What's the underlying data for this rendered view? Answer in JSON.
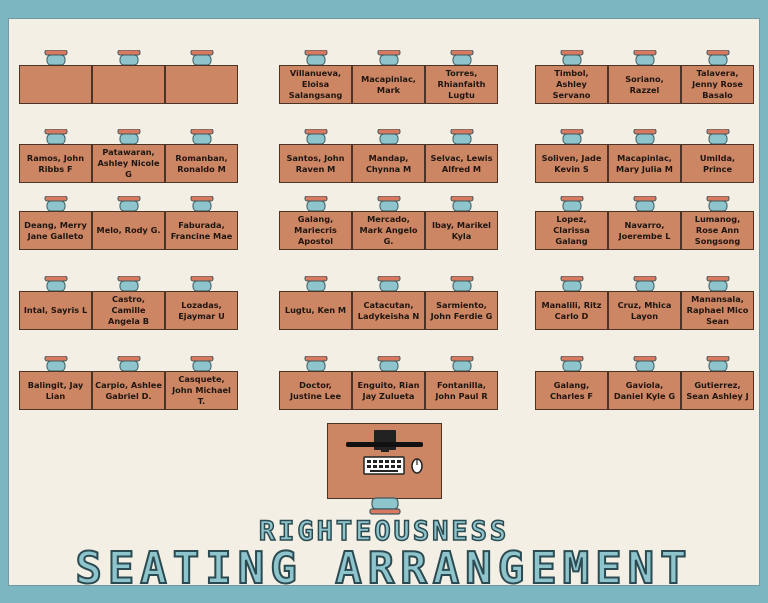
{
  "title": "SEATING ARRANGEMENT",
  "subtitle": "RIGHTEOUSNESS",
  "colors": {
    "background": "#7cb7c1",
    "board": "#f3efe4",
    "desk": "#cd8664",
    "chair": "#8ec4cc",
    "chair_back": "#d9795f"
  },
  "teacher_desk": {
    "icons": [
      "monitor-icon",
      "keyboard-icon",
      "mouse-icon"
    ]
  },
  "groups": [
    {
      "rows": [
        [
          "",
          "",
          ""
        ],
        [
          "Ramos, John Ribbs F",
          "Patawaran, Ashley Nicole G",
          "Romanban, Ronaldo M"
        ],
        [
          "Deang, Merry Jane Galleto",
          "Melo, Rody G.",
          "Faburada, Francine Mae"
        ],
        [
          "Intal, Sayris L",
          "Castro, Camille Angela B",
          "Lozadas, Ejaymar U"
        ],
        [
          "Balingit, Jay Lian",
          "Carpio, Ashlee Gabriel D.",
          "Casquete, John Michael T."
        ]
      ]
    },
    {
      "rows": [
        [
          "Villanueva, Eloisa Salangsang",
          "Macapinlac, Mark",
          "Torres, Rhianfaith Lugtu"
        ],
        [
          "Santos, John Raven M",
          "Mandap, Chynna M",
          "Selvac, Lewis Alfred M"
        ],
        [
          "Galang, Mariecris Apostol",
          "Mercado, Mark Angelo G.",
          "Ibay, Marikel Kyla"
        ],
        [
          "Lugtu, Ken M",
          "Catacutan, Ladykeisha N",
          "Sarmiento, John Ferdie G"
        ],
        [
          "Doctor, Justine Lee",
          "Enguito, Rian Jay Zulueta",
          "Fontanilla, John Paul R"
        ]
      ]
    },
    {
      "rows": [
        [
          "Timbol, Ashley Servano",
          "Soriano, Razzel",
          "Talavera, Jenny Rose Basalo"
        ],
        [
          "Soliven, Jade Kevin S",
          "Macapinlac, Mary Julia M",
          "Umilda, Prince"
        ],
        [
          "Lopez, Clarissa Galang",
          "Navarro, Joerembe L",
          "Lumanog, Rose Ann Songsong"
        ],
        [
          "Manalili, Ritz Carlo D",
          "Cruz, Mhica Layon",
          "Manansala, Raphael Mico Sean"
        ],
        [
          "Galang, Charles F",
          "Gaviola, Daniel Kyle G",
          "Gutierrez, Sean Ashley J"
        ]
      ]
    }
  ]
}
